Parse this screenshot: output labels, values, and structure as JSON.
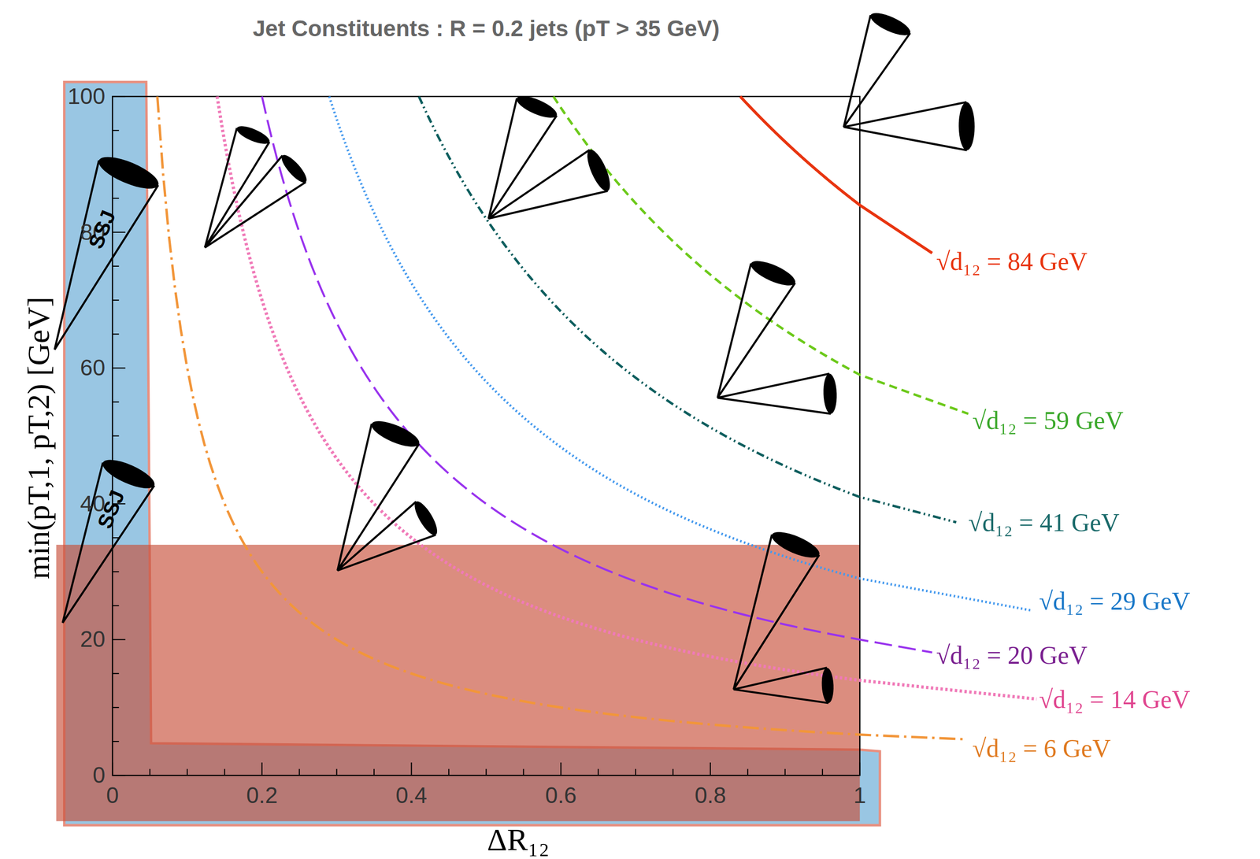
{
  "diagram": {
    "title": "Jet Constituents : R = 0.2 jets (pT > 35 GeV)",
    "labels": [
      "0",
      "0.2",
      "0.4",
      "0.6",
      "0.8",
      "1",
      "0",
      "20",
      "40",
      "60",
      "80",
      "100",
      "ΔR₁₂",
      "min(pT,1, pT,2)  [GeV]",
      "√d₁₂ = 84 GeV",
      "√d₁₂ = 59 GeV",
      "√d₁₂ = 41 GeV",
      "√d₁₂ = 29 GeV",
      "√d₁₂ = 20 GeV",
      "√d₁₂ = 14 GeV",
      "√d₁₂ = 6 GeV",
      "SSJ",
      "SSJ"
    ]
  }
}
